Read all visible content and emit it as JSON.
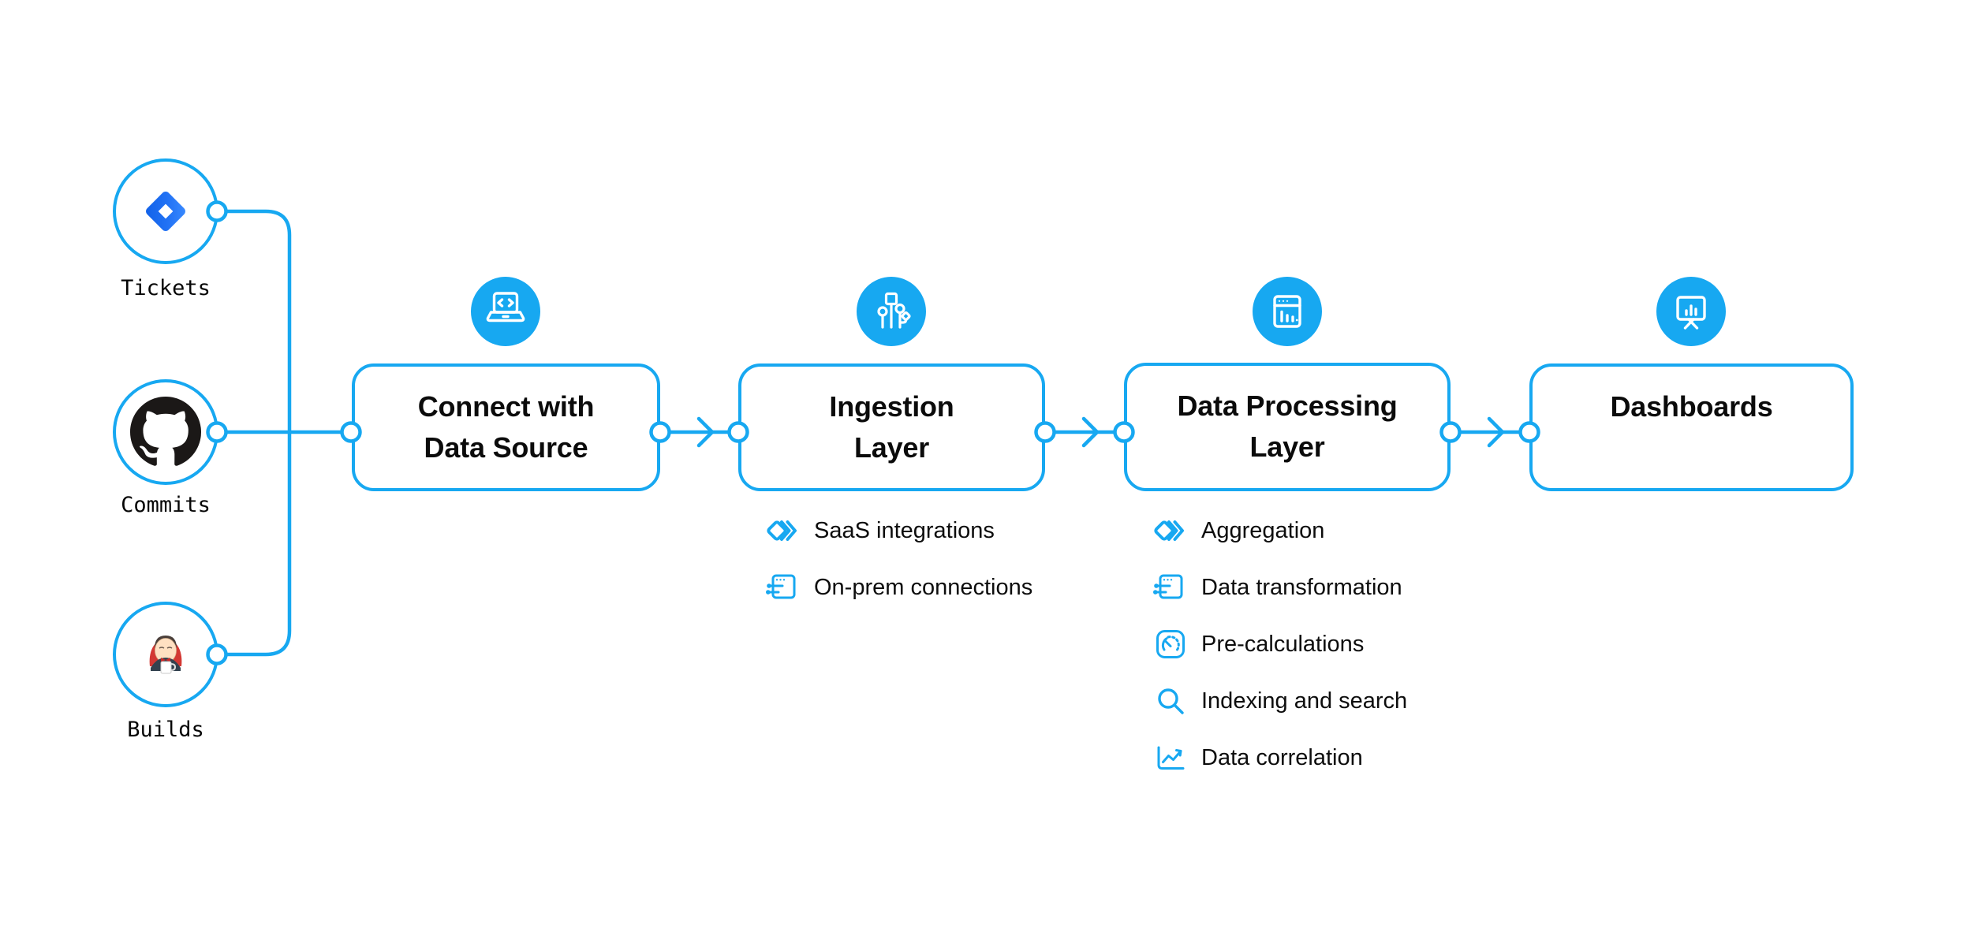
{
  "colors": {
    "accent": "#17A8F1",
    "text": "#0D0D0D",
    "jira_light": "#2D85FF",
    "jira_dark": "#1161E8",
    "github_black": "#1B1817",
    "jenkins_red": "#D33833",
    "white": "#FFFFFF"
  },
  "sources": [
    {
      "label": "Tickets",
      "icon": "jira-icon"
    },
    {
      "label": "Commits",
      "icon": "github-icon"
    },
    {
      "label": "Builds",
      "icon": "jenkins-icon"
    }
  ],
  "stages": [
    {
      "title_lines": [
        "Connect with",
        "Data Source"
      ],
      "badge_icon": "laptop-code-icon",
      "items": []
    },
    {
      "title_lines": [
        "Ingestion",
        "Layer"
      ],
      "badge_icon": "circuit-icon",
      "items": [
        {
          "icon": "cascade-icon",
          "label": "SaaS integrations"
        },
        {
          "icon": "window-sliders-icon",
          "label": "On-prem connections"
        }
      ]
    },
    {
      "title_lines": [
        "Data Processing",
        "Layer"
      ],
      "badge_icon": "window-chart-icon",
      "items": [
        {
          "icon": "cascade-icon",
          "label": "Aggregation"
        },
        {
          "icon": "window-sliders-icon",
          "label": "Data transformation"
        },
        {
          "icon": "gauge-icon",
          "label": "Pre-calculations"
        },
        {
          "icon": "search-icon",
          "label": "Indexing and search"
        },
        {
          "icon": "line-chart-icon",
          "label": "Data correlation"
        }
      ]
    },
    {
      "title_lines": [
        "Dashboards"
      ],
      "badge_icon": "presentation-chart-icon",
      "items": []
    }
  ]
}
